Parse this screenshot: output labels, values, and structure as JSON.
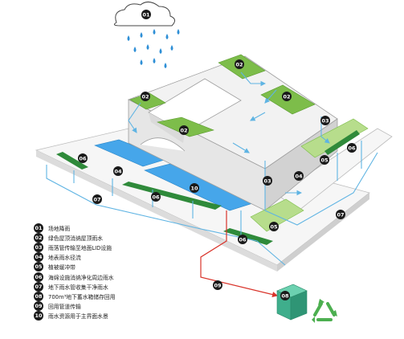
{
  "markers": {
    "m01": "01",
    "m02": "02",
    "m03": "03",
    "m04": "04",
    "m05": "05",
    "m06": "06",
    "m07": "07",
    "m08": "08",
    "m09": "09",
    "m10": "10"
  },
  "legend": [
    {
      "num": "01",
      "text": "场地降雨"
    },
    {
      "num": "02",
      "text": "绿色屋顶消纳屋顶雨水"
    },
    {
      "num": "03",
      "text": "雨落管传输至地面LID设施"
    },
    {
      "num": "04",
      "text": "地表雨水径流"
    },
    {
      "num": "05",
      "text": "植被缓冲带"
    },
    {
      "num": "06",
      "text": "海绵设施消纳净化周边雨水"
    },
    {
      "num": "07",
      "text": "地下雨水管收集干净雨水"
    },
    {
      "num": "08",
      "text": "700m³地下蓄水箱储存回用"
    },
    {
      "num": "09",
      "text": "回用管道传输"
    },
    {
      "num": "10",
      "text": "雨水资源用于主界面水景"
    }
  ],
  "colors": {
    "green_roof": "#7dbd4a",
    "swale": "#2f8a3a",
    "water_feature": "#46a6ea",
    "pipe_blue": "#5fb4e3",
    "pipe_red": "#d9342b",
    "tank": "#3fae8c",
    "recycle": "#4caf50",
    "marker": "#1a1a1a"
  },
  "icons": [
    "cloud-icon",
    "rain-drops-icon",
    "recycle-icon",
    "storage-tank-icon"
  ]
}
